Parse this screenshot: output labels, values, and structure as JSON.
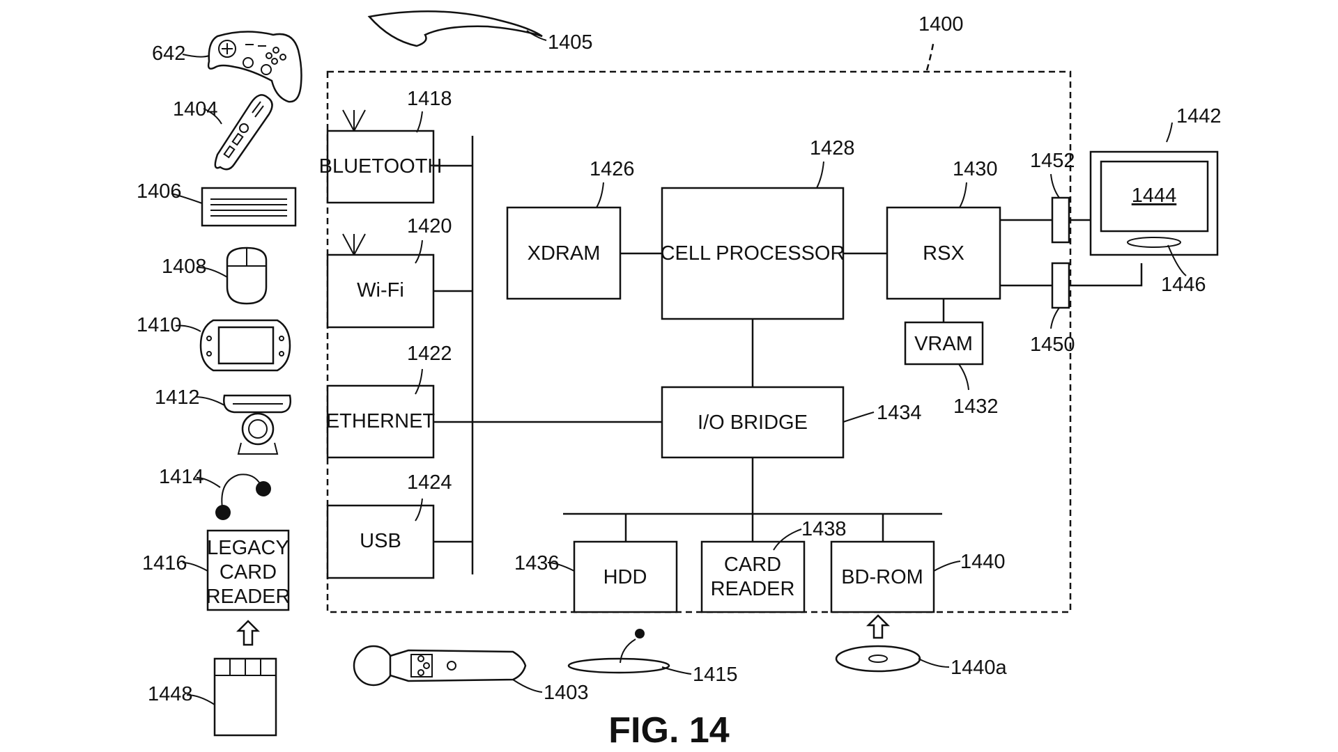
{
  "figure": {
    "caption": "FIG. 14",
    "system_ref": "1400"
  },
  "blocks": {
    "bluetooth": "BLUETOOTH",
    "wifi": "Wi-Fi",
    "ethernet": "ETHERNET",
    "usb": "USB",
    "xdram": "XDRAM",
    "cell_processor": "CELL PROCESSOR",
    "rsx": "RSX",
    "vram": "VRAM",
    "io_bridge": "I/O BRIDGE",
    "hdd": "HDD",
    "card_reader_line1": "CARD",
    "card_reader_line2": "READER",
    "bd_rom": "BD-ROM",
    "legacy_line1": "LEGACY",
    "legacy_line2": "CARD",
    "legacy_line3": "READER",
    "display_ref": "1444"
  },
  "refs": {
    "r642": "642",
    "r1404": "1404",
    "r1406": "1406",
    "r1408": "1408",
    "r1410": "1410",
    "r1412": "1412",
    "r1414": "1414",
    "r1416": "1416",
    "r1448": "1448",
    "r1405": "1405",
    "r1418": "1418",
    "r1420": "1420",
    "r1422": "1422",
    "r1424": "1424",
    "r1426": "1426",
    "r1428": "1428",
    "r1430": "1430",
    "r1432": "1432",
    "r1434": "1434",
    "r1436": "1436",
    "r1438": "1438",
    "r1440": "1440",
    "r1440a": "1440a",
    "r1442": "1442",
    "r1446": "1446",
    "r1450": "1450",
    "r1452": "1452",
    "r1403": "1403",
    "r1415": "1415"
  }
}
